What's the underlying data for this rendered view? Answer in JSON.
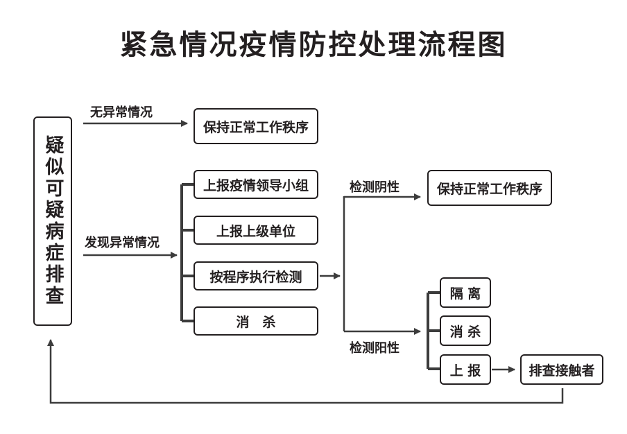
{
  "title": "紧急情况疫情防控处理流程图",
  "start_node": "疑似可疑病症排查",
  "branches": {
    "normal": {
      "label": "无异常情况",
      "result": "保持正常工作秩序"
    },
    "abnormal": {
      "label": "发现异常情况",
      "actions": [
        "上报疫情领导小组",
        "上报上级单位",
        "按程序执行检测",
        "消　杀"
      ]
    }
  },
  "test_results": {
    "negative": {
      "label": "检测阴性",
      "result": "保持正常工作秩序"
    },
    "positive": {
      "label": "检测阳性",
      "actions": [
        "隔 离",
        "消 杀",
        "上 报"
      ],
      "followup": "排查接触者"
    }
  }
}
